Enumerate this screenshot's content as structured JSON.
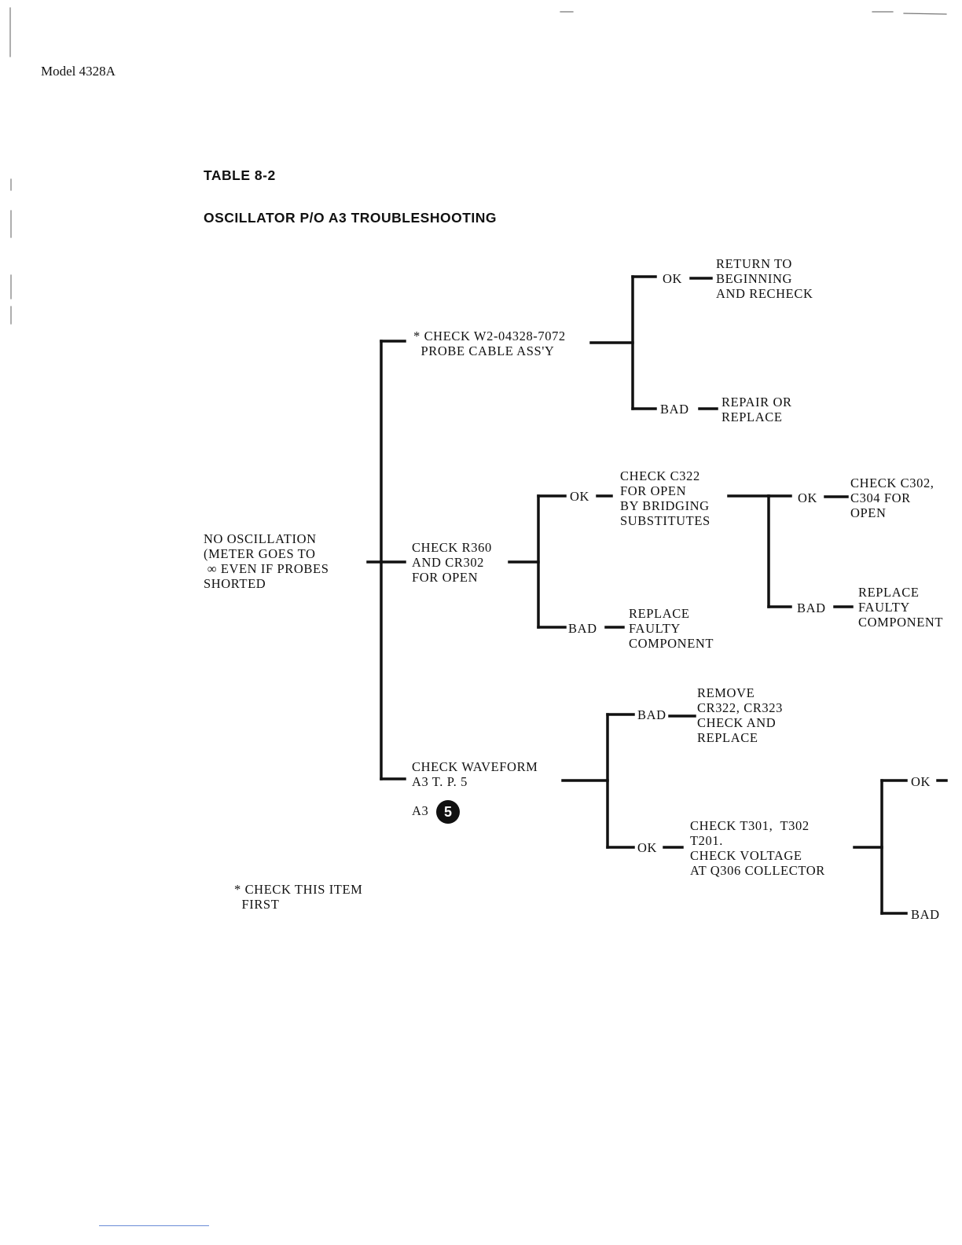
{
  "header": {
    "model": "Model 4328A"
  },
  "title": {
    "line1": "TABLE 8-2",
    "line2": "OSCILLATOR P/O A3 TROUBLESHOOTING"
  },
  "nodes": {
    "root": "NO OSCILLATION\n(METER GOES TO\n ∞ EVEN IF PROBES\nSHORTED",
    "probe_cable": "* CHECK W2-04328-7072\n  PROBE CABLE ASS'Y",
    "probe_ok_label": "OK",
    "probe_ok_action": "RETURN TO\nBEGINNING\nAND RECHECK",
    "probe_bad_label": "BAD",
    "probe_bad_action": "REPAIR OR\nREPLACE",
    "r360": "CHECK R360\nAND CR302\nFOR OPEN",
    "r360_ok_label": "OK",
    "c322": "CHECK C322\nFOR OPEN\nBY BRIDGING\nSUBSTITUTES",
    "c322_ok_label": "OK",
    "c302": "CHECK C302,\nC304 FOR\nOPEN",
    "c322_bad_label": "BAD",
    "c322_bad_action": "REPLACE\nFAULTY\nCOMPONENT",
    "r360_bad_label": "BAD",
    "r360_bad_action": "REPLACE\nFAULTY\nCOMPONENT",
    "waveform": "CHECK WAVEFORM\nA3 T. P. 5",
    "waveform_ref": "A3",
    "waveform_ref_num": "5",
    "waveform_bad_label": "BAD",
    "waveform_bad_action": "REMOVE\nCR322, CR323\nCHECK AND\nREPLACE",
    "waveform_ok_label": "OK",
    "t301": "CHECK T301,  T302\nT201.\nCHECK VOLTAGE\nAT Q306 COLLECTOR",
    "t301_ok_label": "OK",
    "t301_bad_label": "BAD"
  },
  "footnote": "* CHECK THIS ITEM\n  FIRST"
}
